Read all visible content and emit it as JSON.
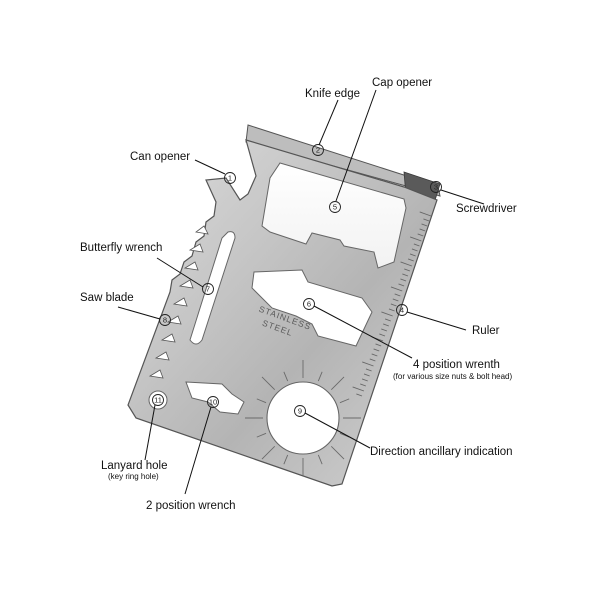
{
  "card": {
    "stamp_line1": "STAINLESS",
    "stamp_line2": "STEEL"
  },
  "callouts": [
    {
      "number": "1",
      "label": "Can opener",
      "sublabel": ""
    },
    {
      "number": "2",
      "label": "Knife edge",
      "sublabel": ""
    },
    {
      "number": "3",
      "label": "Screwdriver",
      "sublabel": ""
    },
    {
      "number": "4",
      "label": "Ruler",
      "sublabel": ""
    },
    {
      "number": "5",
      "label": "Cap opener",
      "sublabel": ""
    },
    {
      "number": "6",
      "label": "4 position wrenth",
      "sublabel": "(for various size nuts & bolt head)"
    },
    {
      "number": "7",
      "label": "Butterfly wrench",
      "sublabel": ""
    },
    {
      "number": "8",
      "label": "Saw blade",
      "sublabel": ""
    },
    {
      "number": "9",
      "label": "Direction ancillary indication",
      "sublabel": ""
    },
    {
      "number": "10",
      "label": "2 position wrench",
      "sublabel": ""
    },
    {
      "number": "11",
      "label": "Lanyard hole",
      "sublabel": "(key ring hole)"
    }
  ],
  "colors": {
    "steel_light": "#e4e4e4",
    "steel_mid": "#b9b9b9",
    "steel_dark": "#8a8a8a",
    "edge": "#555555"
  }
}
